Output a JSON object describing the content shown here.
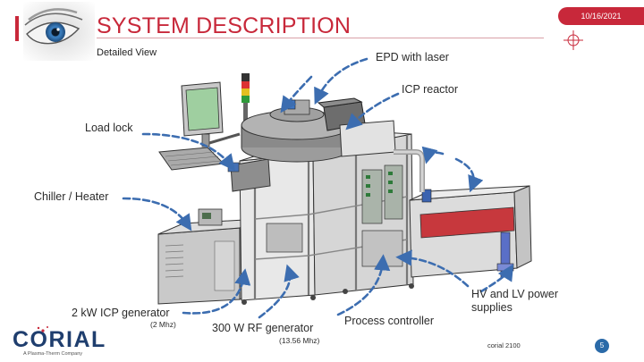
{
  "header": {
    "title": "SYSTEM DESCRIPTION",
    "date": "10/16/2021",
    "subtitle": "Detailed View"
  },
  "callouts": {
    "epd": "EPD with laser",
    "icp_reactor": "ICP reactor",
    "load_lock": "Load lock",
    "chiller": "Chiller / Heater",
    "icp_generator": "2 kW ICP generator",
    "icp_generator_freq": "(2 Mhz)",
    "rf_generator": "300 W RF generator",
    "rf_generator_freq": "(13.56 Mhz)",
    "process_controller": "Process controller",
    "hv_lv": "HV and LV power supplies"
  },
  "footer": {
    "brand": "CORIAL",
    "brand_tagline": "A Plasma-Therm Company",
    "product": "corial 2100",
    "page": "5"
  },
  "colors": {
    "accent": "#c8283a",
    "arrow": "#3c6db0",
    "page_badge": "#2a6aa8"
  }
}
